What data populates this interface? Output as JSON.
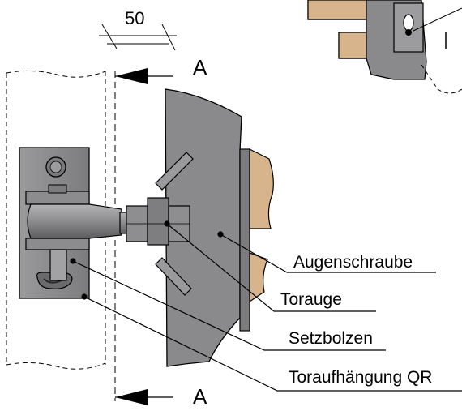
{
  "dimension": {
    "value": "50"
  },
  "section_marks": {
    "top": "A",
    "bottom": "A"
  },
  "callouts": {
    "augenschraube": "Augenschraube",
    "torauge": "Torauge",
    "setzbolzen": "Setzbolzen",
    "toraufhaengung": "Toraufhängung QR"
  },
  "colors": {
    "steel": "#8a8a8c",
    "steel_dark": "#5e5e60",
    "wood": "#d7b48c",
    "line": "#000000"
  }
}
